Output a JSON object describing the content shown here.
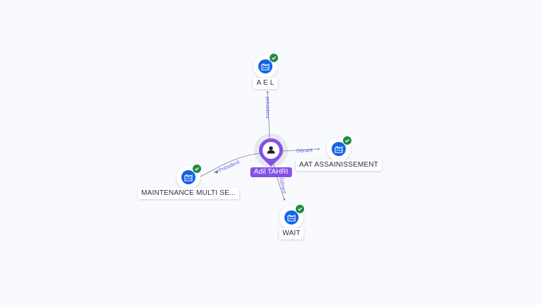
{
  "center_person": {
    "name": "Adil TAHRI",
    "icon": "person-icon",
    "color": "#8351e6"
  },
  "companies": [
    {
      "key": "ael",
      "name": "A E L",
      "icon": "company-building-icon",
      "status": "verified-check-icon",
      "relation": "président"
    },
    {
      "key": "aat",
      "name": "AAT ASSAINISSEMENT",
      "icon": "company-building-icon",
      "status": "verified-check-icon",
      "relation": "Gérant"
    },
    {
      "key": "maintenance",
      "name": "MAINTENANCE MULTI SE...",
      "icon": "company-building-icon",
      "status": "verified-check-icon",
      "relation": "Président"
    },
    {
      "key": "wait",
      "name": "WAIT",
      "icon": "company-building-icon",
      "status": "verified-check-icon",
      "relation": "Gérant"
    }
  ],
  "colors": {
    "company": "#1463e6",
    "verified": "#1f8a46",
    "edge": "#7a7f94",
    "relation_text": "#6b5fe8"
  }
}
